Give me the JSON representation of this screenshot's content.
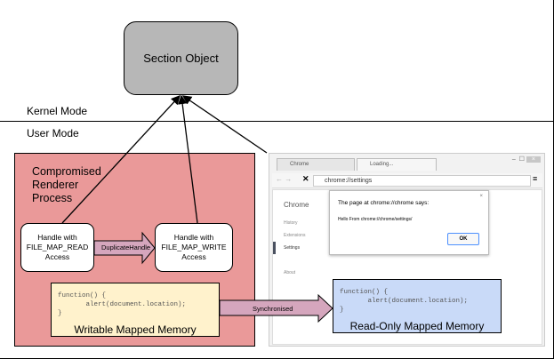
{
  "kernel_mode": "Kernel Mode",
  "user_mode": "User Mode",
  "section_object": "Section Object",
  "renderer": {
    "title_lines": [
      "Compromised",
      "Renderer",
      "Process"
    ]
  },
  "handle_read": [
    "Handle with",
    "FILE_MAP_READ",
    "Access"
  ],
  "handle_write": [
    "Handle with",
    "FILE_MAP_WRITE",
    "Access"
  ],
  "duplicate_label": "DuplicateHandle",
  "sync_label": "Synchronised",
  "code": "function() {\n       alert(document.location);\n}",
  "writable_title": "Writable Mapped Memory",
  "readonly_title": "Read-Only Mapped Memory",
  "colors": {
    "renderer": "#ea9999",
    "writable": "#fff2cc",
    "readonly": "#c9daf8",
    "arrow": "#d5a6bd",
    "section": "#b7b7b7"
  },
  "browser": {
    "tabs": [
      {
        "label": "Chrome",
        "icon": "page-icon"
      },
      {
        "label": "Loading...",
        "icon": "spinner-icon"
      }
    ],
    "url": "chrome://settings",
    "sidebar_title": "Chrome",
    "sidebar_items": [
      "History",
      "Extensions",
      "Settings",
      "About"
    ],
    "dialog": {
      "title": "The page at chrome://chrome says:",
      "message": "Hello From chrome://chrome/settings/",
      "ok": "OK"
    }
  }
}
